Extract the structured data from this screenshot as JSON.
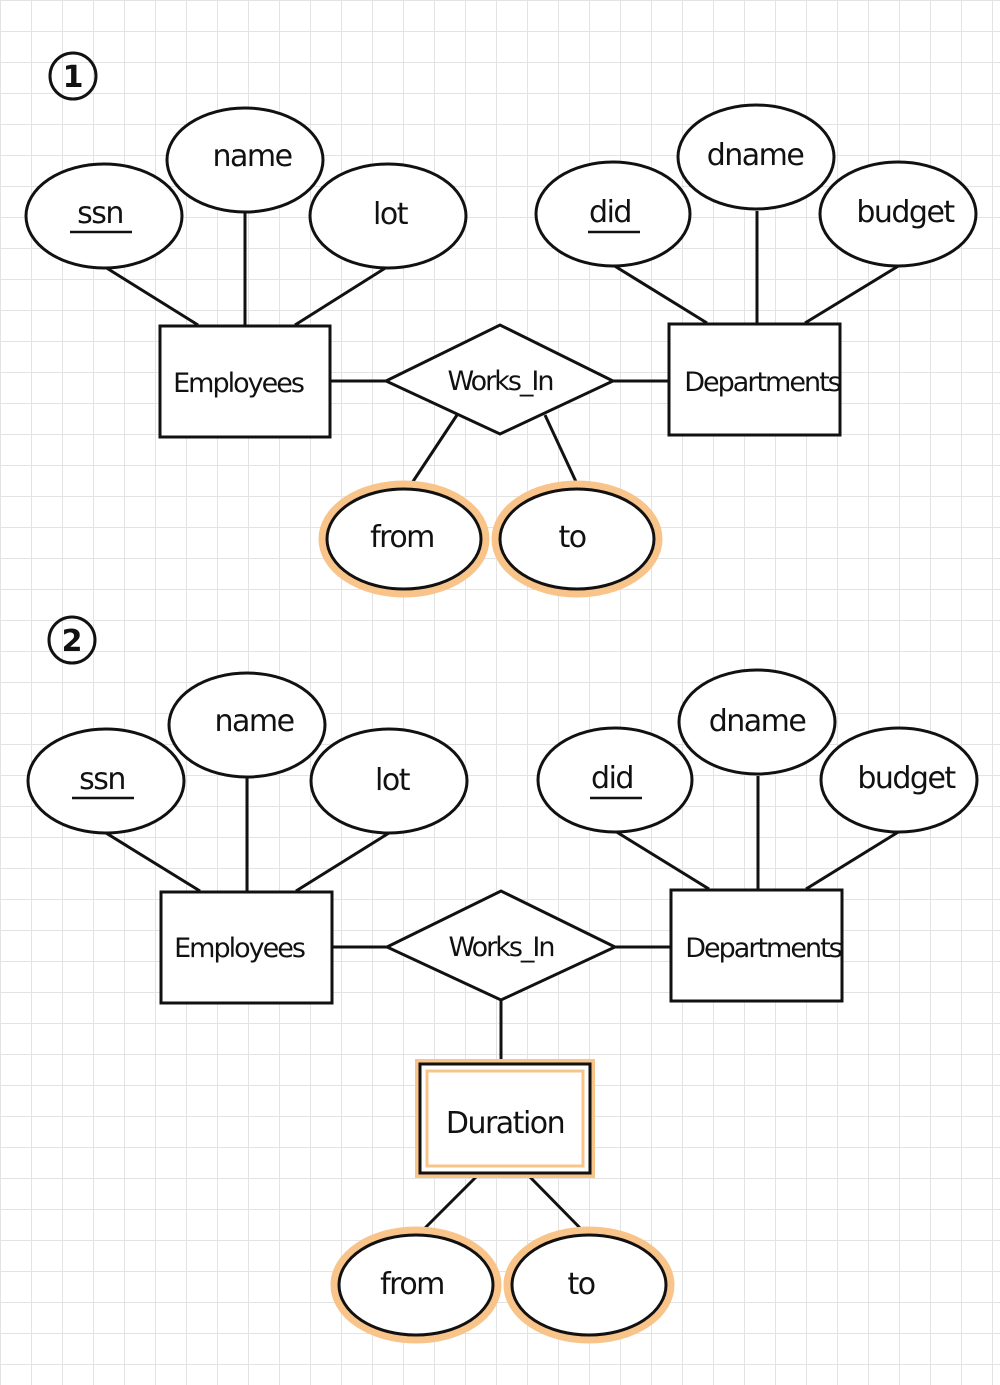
{
  "diagrams": [
    {
      "number": "1",
      "entities": {
        "left": "Employees",
        "right": "Departments"
      },
      "relationship": "Works_In",
      "left_attributes": {
        "key": "ssn",
        "top": "name",
        "other": "lot"
      },
      "right_attributes": {
        "key": "did",
        "top": "dname",
        "other": "budget"
      },
      "relationship_attributes": [
        "from",
        "to"
      ]
    },
    {
      "number": "2",
      "entities": {
        "left": "Employees",
        "right": "Departments"
      },
      "relationship": "Works_In",
      "left_attributes": {
        "key": "ssn",
        "top": "name",
        "other": "lot"
      },
      "right_attributes": {
        "key": "did",
        "top": "dname",
        "other": "budget"
      },
      "extra_entity": "Duration",
      "extra_entity_attributes": [
        "from",
        "to"
      ]
    }
  ],
  "colors": {
    "stroke": "#111111",
    "highlight": "#f9c48a"
  }
}
